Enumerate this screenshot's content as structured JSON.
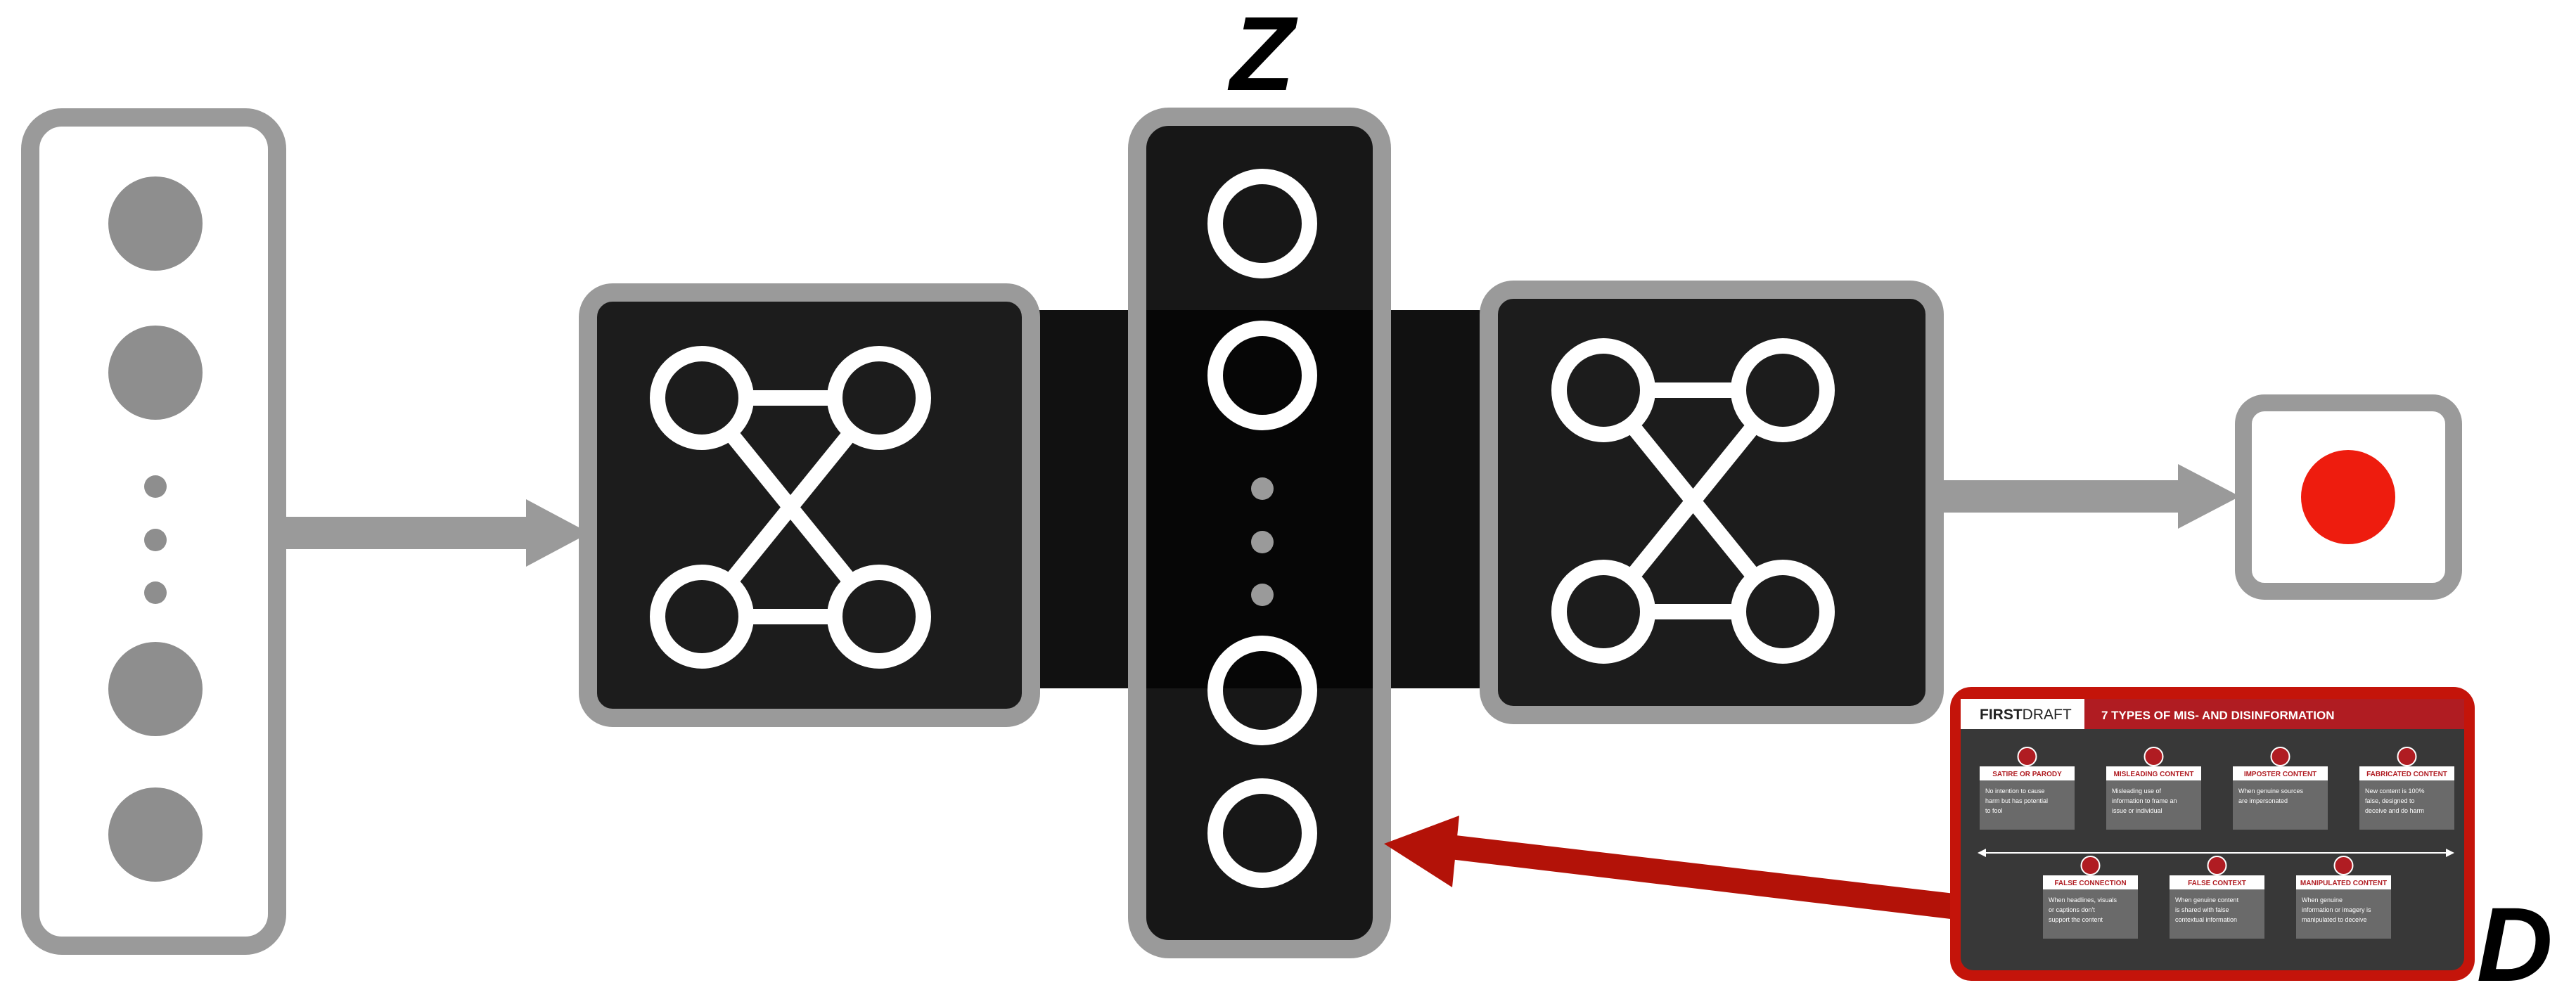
{
  "labels": {
    "latent": "Z",
    "disinfo_set": "D"
  },
  "colors": {
    "frame_gray": "#9a9a9a",
    "node_gray": "#8e8e8e",
    "panel_dark": "#1c1c1c",
    "latent_dark": "#050505",
    "output_red": "#ee1c0e",
    "arrow_red": "#b31208",
    "card_red": "#c4140a"
  },
  "infographic": {
    "brand_bold": "FIRST",
    "brand_light": "DRAFT",
    "title": "7 TYPES OF MIS- AND DISINFORMATION",
    "types": [
      {
        "name": "SATIRE OR PARODY",
        "desc": [
          "No intention to cause",
          "harm but has potential",
          "to fool"
        ],
        "icon": "mask-icon"
      },
      {
        "name": "MISLEADING CONTENT",
        "desc": [
          "Misleading use of",
          "information to frame an",
          "issue or individual"
        ],
        "icon": "flag-icon"
      },
      {
        "name": "IMPOSTER CONTENT",
        "desc": [
          "When genuine sources",
          "are impersonated"
        ],
        "icon": "badge-icon"
      },
      {
        "name": "FABRICATED CONTENT",
        "desc": [
          "New content is 100%",
          "false, designed to",
          "deceive and do harm"
        ],
        "icon": "warning-icon"
      },
      {
        "name": "FALSE CONNECTION",
        "desc": [
          "When headlines, visuals",
          "or captions don't",
          "support the content"
        ],
        "icon": "not-equal-icon"
      },
      {
        "name": "FALSE CONTEXT",
        "desc": [
          "When genuine content",
          "is shared with false",
          "contextual information"
        ],
        "icon": "screen-icon"
      },
      {
        "name": "MANIPULATED CONTENT",
        "desc": [
          "When genuine",
          "information or imagery is",
          "manipulated to deceive"
        ],
        "icon": "scissors-icon"
      }
    ]
  }
}
